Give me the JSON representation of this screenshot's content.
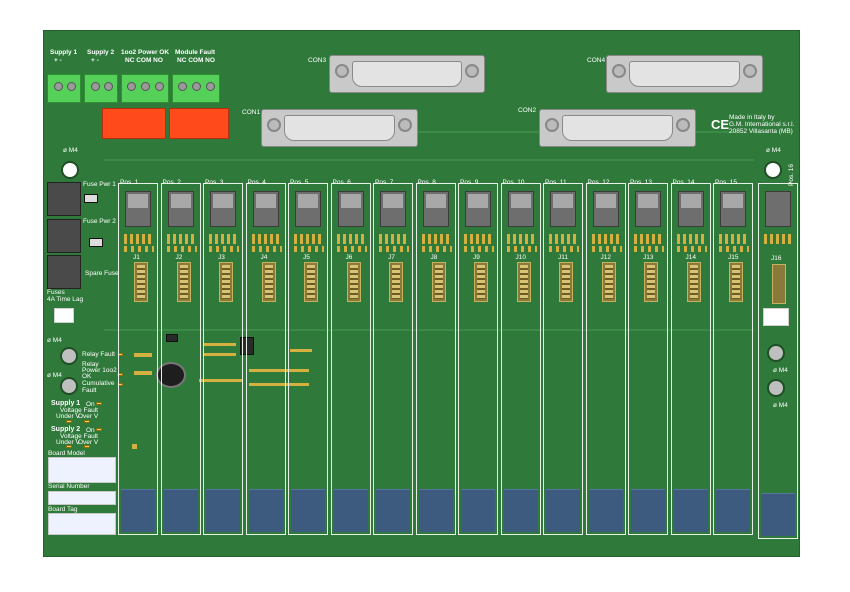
{
  "terminals": [
    {
      "label": "Supply 1",
      "pins": "+  -"
    },
    {
      "label": "Supply 2",
      "pins": "+  -"
    },
    {
      "label": "1oo2 Power OK",
      "pins": "NC COM NO"
    },
    {
      "label": "Module Fault",
      "pins": "NC COM NO"
    }
  ],
  "connectors": {
    "con1": "CON1",
    "con2": "CON2",
    "con3": "CON3",
    "con4": "CON4"
  },
  "made_in": [
    "Made in Italy by",
    "G.M. International s.r.l.",
    "20852 Villasanta (MB)"
  ],
  "ce_mark": "CE",
  "mount_hole_label": "ø M4",
  "fuses": {
    "pwr1": "Fuse Pwr 1",
    "pwr2": "Fuse Pwr 2",
    "spare": "Spare Fuse",
    "type_line1": "Fuses",
    "type_line2": "4A Time Lag"
  },
  "leds": {
    "relay_fault": "Relay Fault",
    "relay_power_line1": "Relay",
    "relay_power_line2": "Power 1oo2",
    "relay_power_line3": "OK",
    "cumulative_line1": "Cumulative",
    "cumulative_line2": "Fault"
  },
  "supply_status": [
    {
      "title": "Supply 1",
      "on": "On",
      "vf": "Voltage Fault",
      "under": "Under V",
      "over": "Over V"
    },
    {
      "title": "Supply 2",
      "on": "On",
      "vf": "Voltage Fault",
      "under": "Under V",
      "over": "Over V"
    }
  ],
  "fields": {
    "board_model": "Board Model",
    "serial_number": "Serial Number",
    "board_tag": "Board Tag"
  },
  "positions": [
    {
      "pos": "Pos. 1",
      "j": "J1"
    },
    {
      "pos": "Pos. 2",
      "j": "J2"
    },
    {
      "pos": "Pos. 3",
      "j": "J3"
    },
    {
      "pos": "Pos. 4",
      "j": "J4"
    },
    {
      "pos": "Pos. 5",
      "j": "J5"
    },
    {
      "pos": "Pos. 6",
      "j": "J6"
    },
    {
      "pos": "Pos. 7",
      "j": "J7"
    },
    {
      "pos": "Pos. 8",
      "j": "J8"
    },
    {
      "pos": "Pos. 9",
      "j": "J9"
    },
    {
      "pos": "Pos. 10",
      "j": "J10"
    },
    {
      "pos": "Pos. 11",
      "j": "J11"
    },
    {
      "pos": "Pos. 12",
      "j": "J12"
    },
    {
      "pos": "Pos. 13",
      "j": "J13"
    },
    {
      "pos": "Pos. 14",
      "j": "J14"
    },
    {
      "pos": "Pos. 15",
      "j": "J15"
    }
  ],
  "pos16": {
    "pos": "Pos. 16",
    "j": "J16"
  },
  "colors": {
    "board": "#2f7a3a",
    "terminal": "#55d15a",
    "relay": "#ff4a1c",
    "module_foot": "#3d5b7e",
    "silkscreen": "#ffffff"
  }
}
